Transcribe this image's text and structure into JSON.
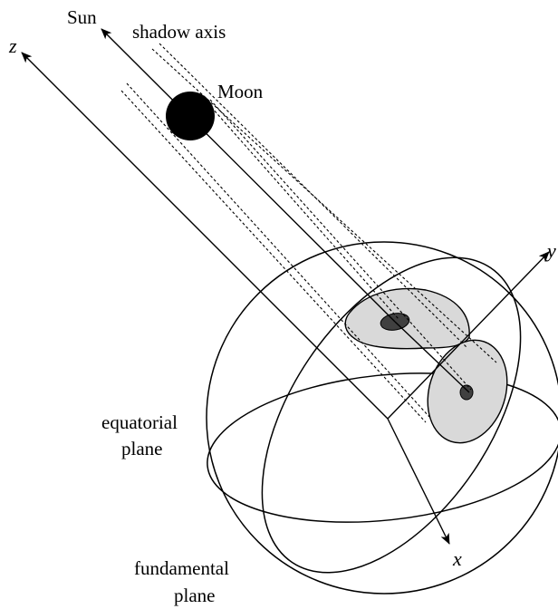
{
  "labels": {
    "sun": "Sun",
    "shadow_axis": "shadow axis",
    "moon": "Moon",
    "z_axis": "z",
    "y_axis": "y",
    "x_axis": "x",
    "equatorial_plane_line1": "equatorial",
    "equatorial_plane_line2": "plane",
    "fundamental_plane_line1": "fundamental",
    "fundamental_plane_line2": "plane"
  },
  "colors": {
    "line": "#000000",
    "moon": "#000000",
    "penumbra": "#d9d9d9",
    "umbra": "#404040",
    "background": "#ffffff"
  }
}
